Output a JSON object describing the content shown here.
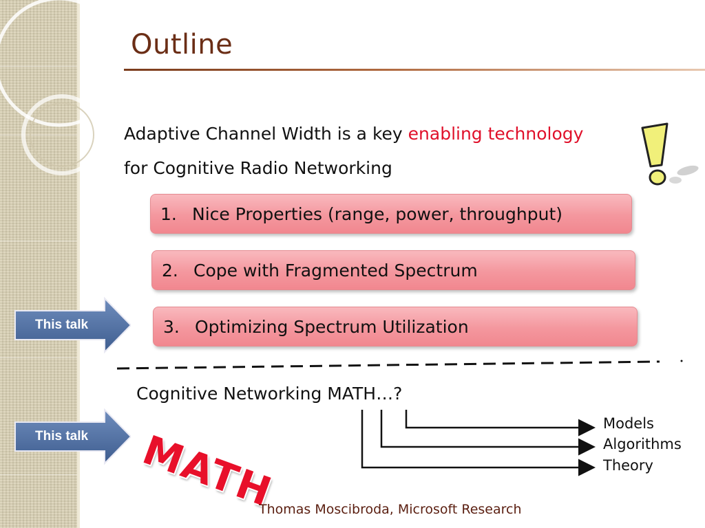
{
  "slide": {
    "title": "Outline",
    "intro": {
      "line1_before": "Adaptive Channel Width is a key ",
      "line1_highlight": "enabling technology",
      "line2": "for Cognitive Radio Networking"
    },
    "items": [
      {
        "number": "1.",
        "text": "Nice Properties (range, power, throughput)"
      },
      {
        "number": "2.",
        "text": "Cope with Fragmented Spectrum"
      },
      {
        "number": "3.",
        "text": "Optimizing Spectrum Utilization"
      }
    ],
    "arrow_label_1": "This talk",
    "arrow_label_2": "This talk",
    "math_question": "Cognitive Networking MATH…?",
    "math_word": "MATH",
    "branches": [
      "Models",
      "Algorithms",
      "Theory"
    ],
    "footer": "Thomas Moscibroda, Microsoft Research"
  },
  "colors": {
    "title": "#6b2e16",
    "highlight": "#e0102a",
    "box_fill": "#f4979e",
    "arrow_fill": "#4a6a9a",
    "math_word": "#e8102a",
    "exclaim": "#f1f07a"
  }
}
